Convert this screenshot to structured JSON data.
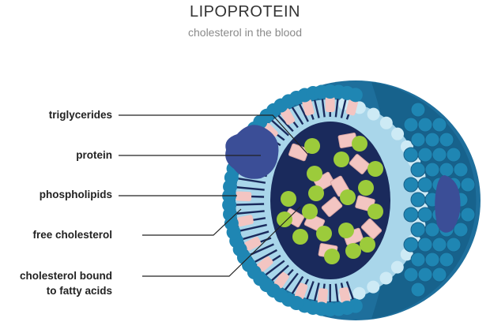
{
  "title": "LIPOPROTEIN",
  "subtitle": "cholesterol in the blood",
  "labels": {
    "triglycerides": "triglycerides",
    "protein": "protein",
    "phospholipids": "phospholipids",
    "free_cholesterol": "free cholesterol",
    "bound_line1": "cholesterol bound",
    "bound_line2": "to fatty acids"
  },
  "colors": {
    "outer_blue": "#1e6f9c",
    "phospholipid_head": "#1f86b3",
    "light_band": "#a9d6ea",
    "core": "#1a2a5c",
    "protein": "#3b4e97",
    "triglyceride": "#9ccb3b",
    "cholesterol": "#f3c5c2",
    "pale_head": "#cdeaf5"
  }
}
